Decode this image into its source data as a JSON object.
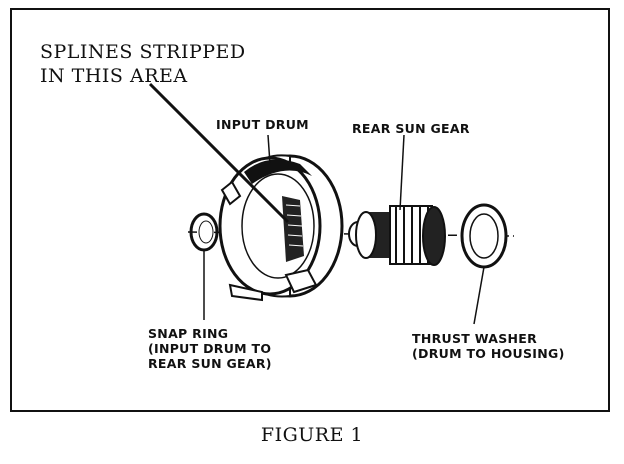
{
  "figure": {
    "callout_splines": "SPLINES STRIPPED\nIN THIS AREA",
    "labels": {
      "input_drum": "INPUT DRUM",
      "rear_sun_gear": "REAR SUN GEAR",
      "snap_ring": "SNAP RING\n(INPUT DRUM TO\nREAR SUN GEAR)",
      "thrust_washer": "THRUST WASHER\n(DRUM TO HOUSING)"
    },
    "caption": "FIGURE 1"
  }
}
